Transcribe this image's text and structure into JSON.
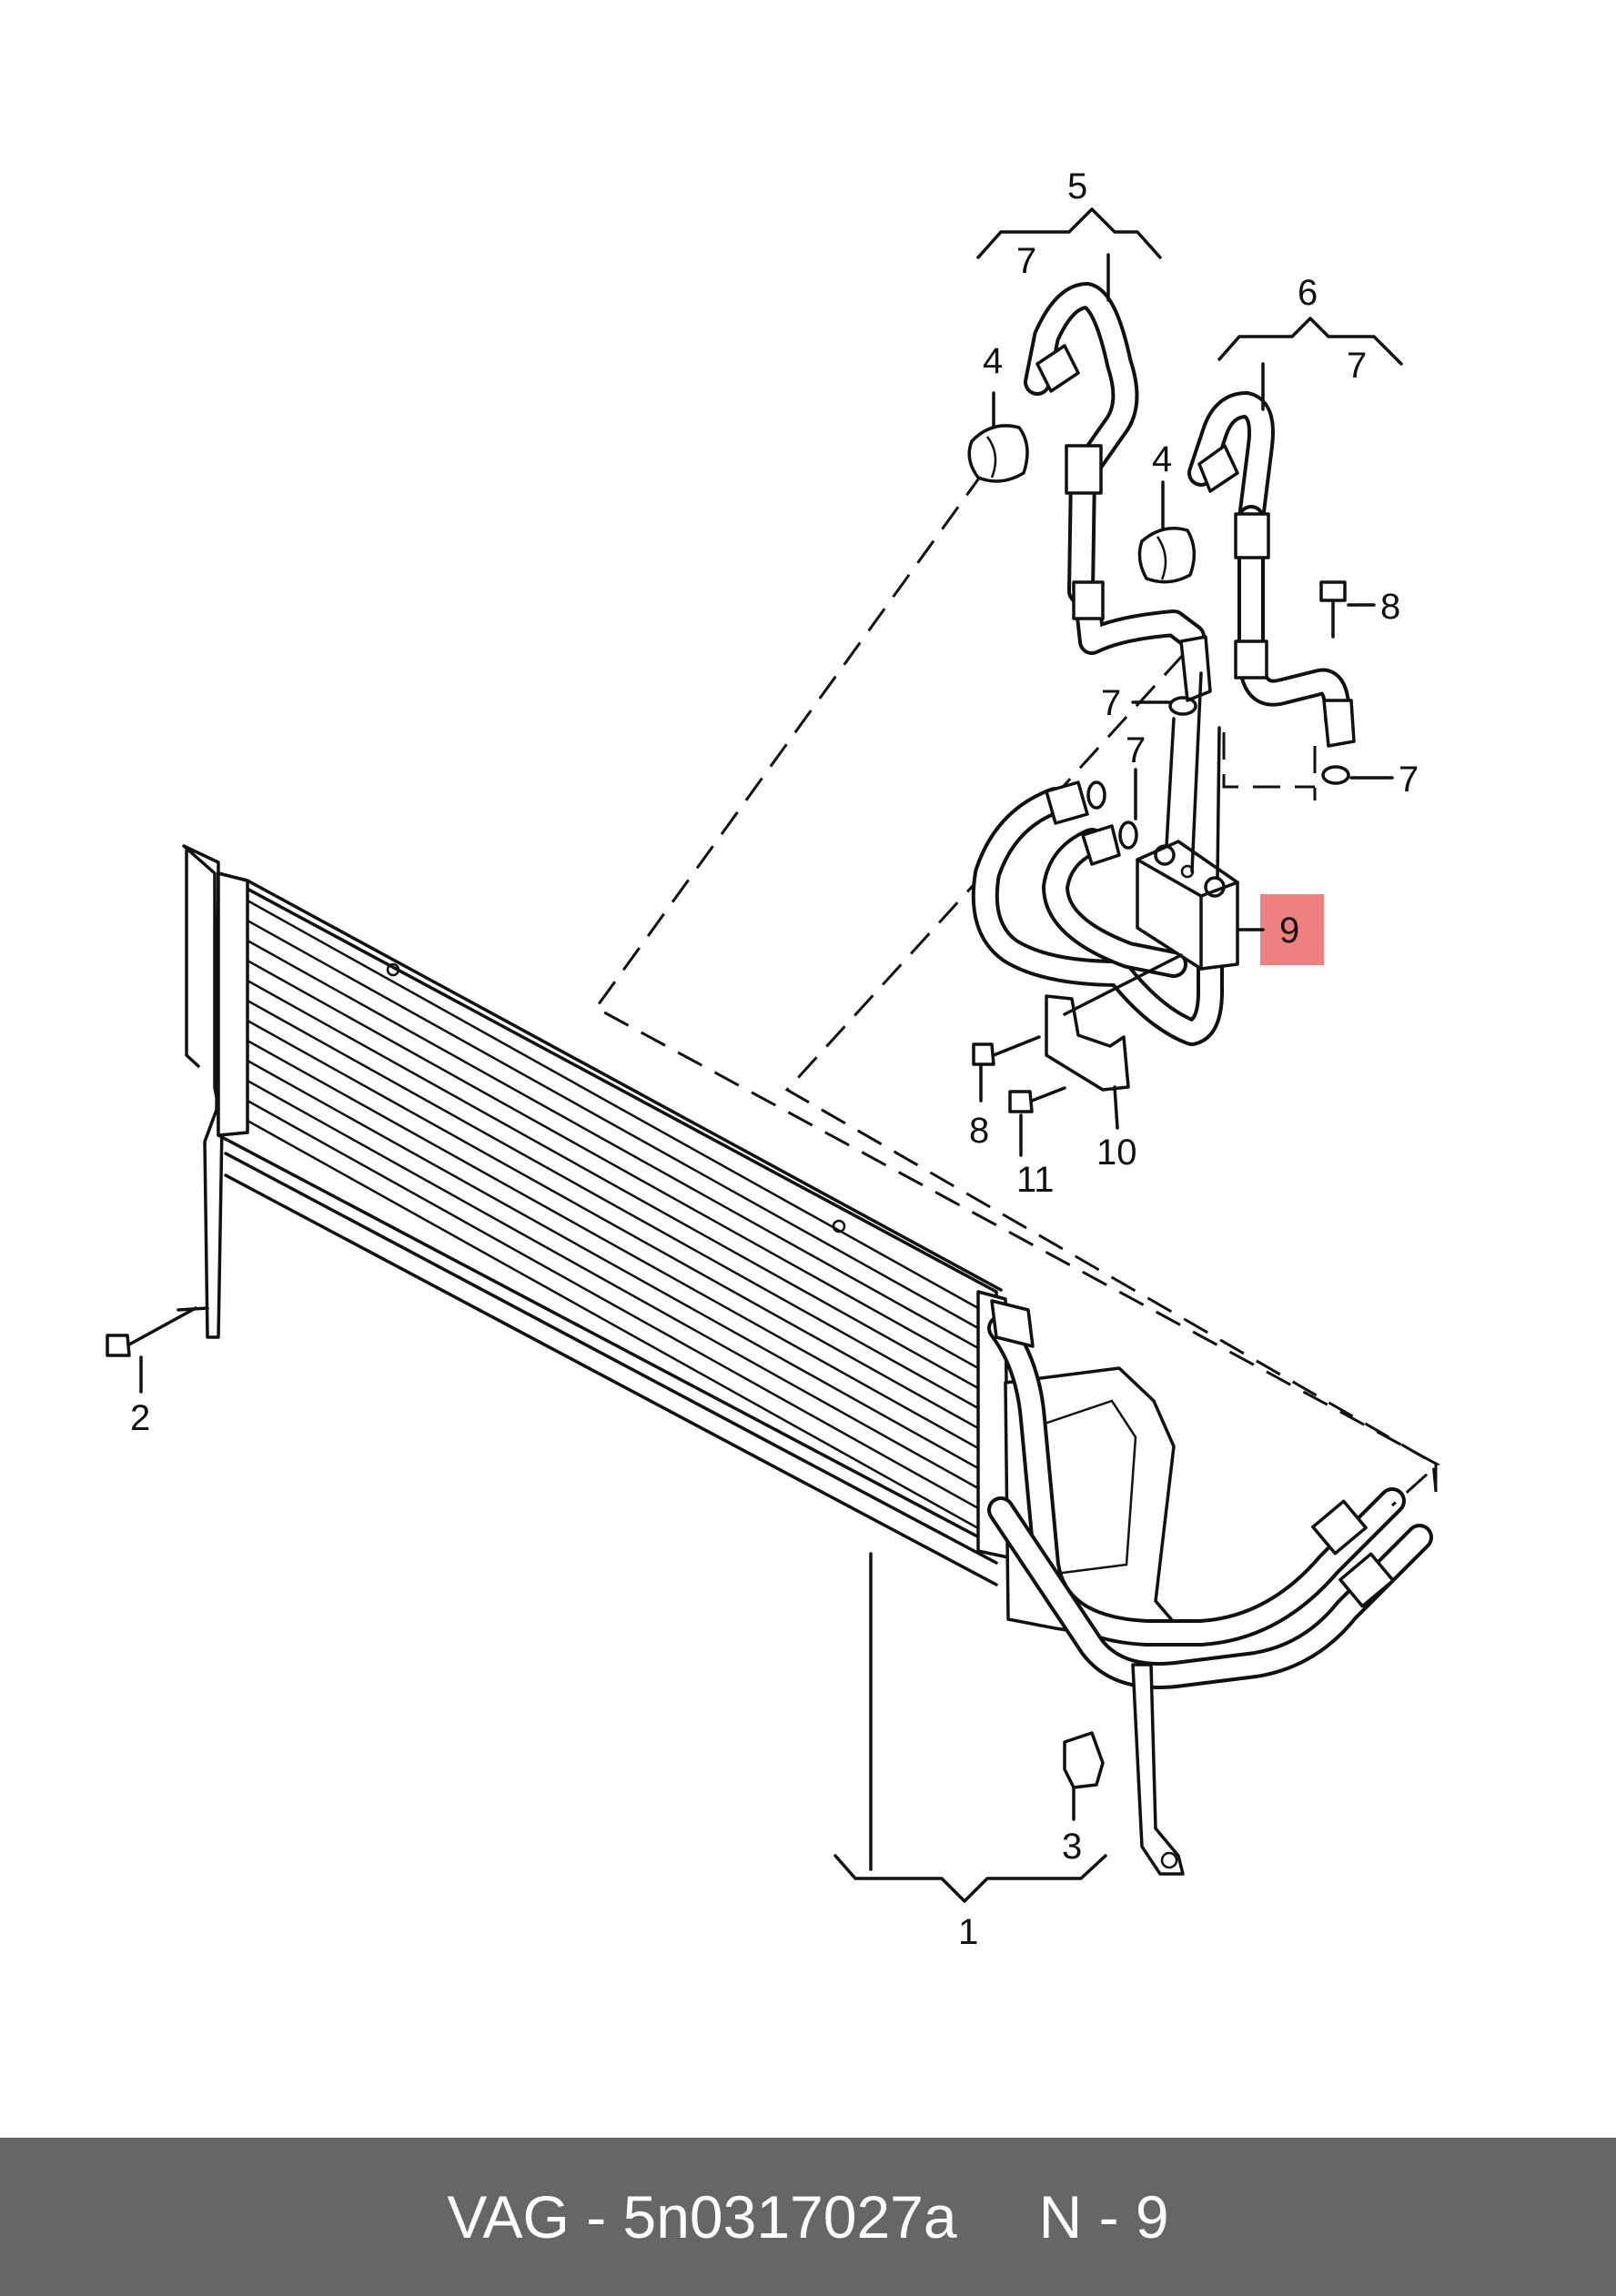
{
  "callouts": {
    "c1": "1",
    "c2": "2",
    "c3": "3",
    "c4a": "4",
    "c4b": "4",
    "c5": "5",
    "c6": "6",
    "c7a": "7",
    "c7b": "7",
    "c7c": "7",
    "c7d": "7",
    "c7e": "7",
    "c8a": "8",
    "c8b": "8",
    "c9": "9",
    "c10": "10",
    "c11": "11"
  },
  "highlight": {
    "color": "#f08080",
    "part": "9"
  },
  "footer": {
    "brand_part": "VAG - 5n0317027a",
    "ref": "N - 9"
  }
}
